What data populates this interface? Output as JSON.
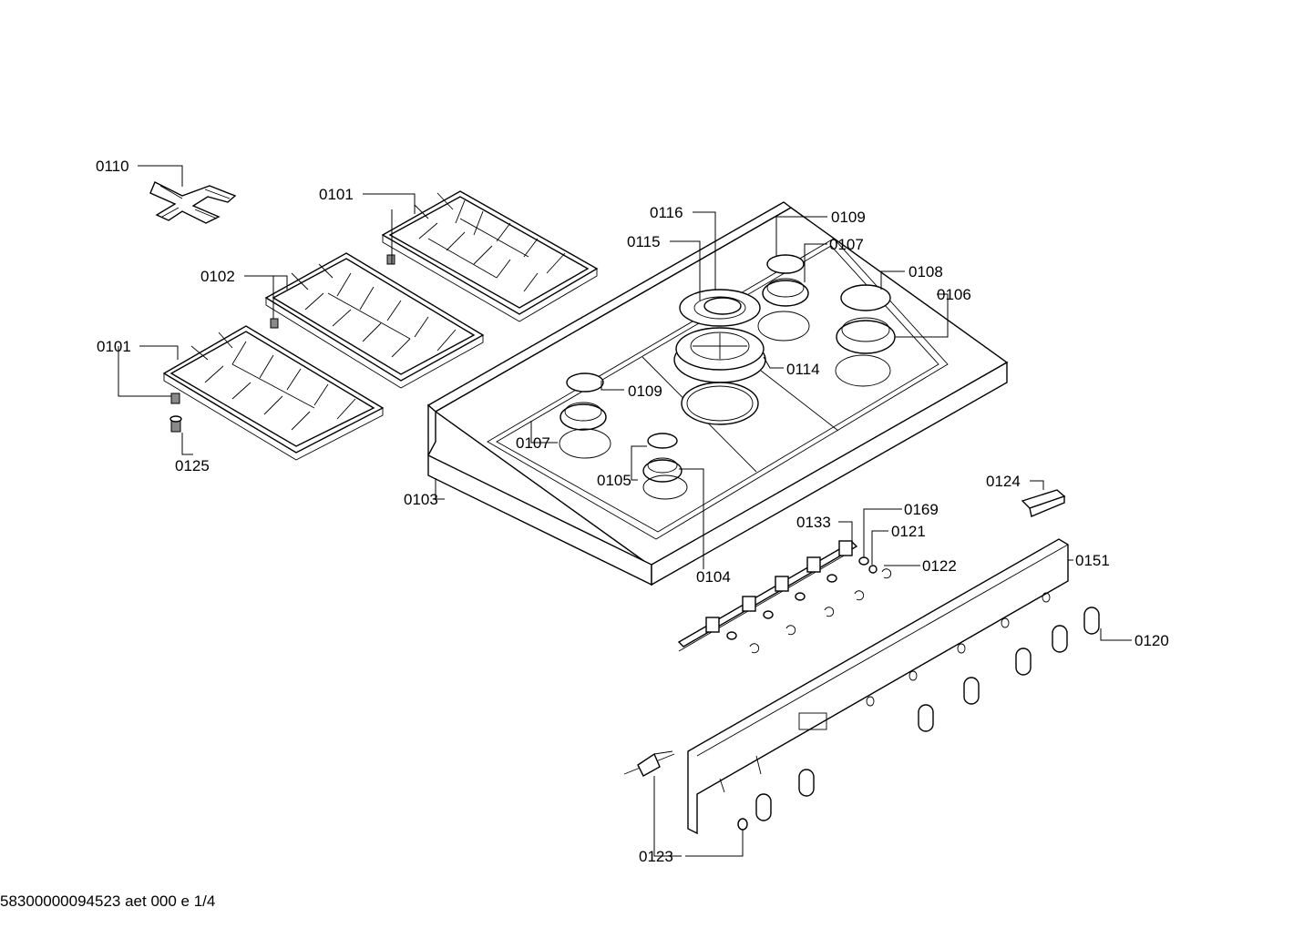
{
  "labels": {
    "p0110": "0110",
    "p0101a": "0101",
    "p0102": "0102",
    "p0101b": "0101",
    "p0125": "0125",
    "p0116": "0116",
    "p0115": "0115",
    "p0109a": "0109",
    "p0107a": "0107",
    "p0108": "0108",
    "p0106": "0106",
    "p0114": "0114",
    "p0109b": "0109",
    "p0107b": "0107",
    "p0105": "0105",
    "p0103": "0103",
    "p0104": "0104",
    "p0124": "0124",
    "p0133": "0133",
    "p0169": "0169",
    "p0121": "0121",
    "p0122": "0122",
    "p0151": "0151",
    "p0120": "0120",
    "p0123": "0123"
  },
  "footer": {
    "code": "58300000094523 aet 000 e 1/4"
  }
}
